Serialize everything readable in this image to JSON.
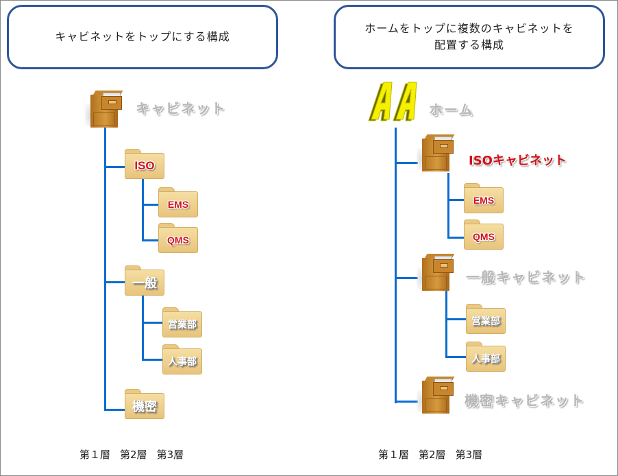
{
  "left_diagram": {
    "caption": "キャビネットをトップにする構成",
    "root": {
      "label": "キャビネット",
      "icon": "file-cabinet-icon"
    },
    "folders": [
      {
        "label": "ISO",
        "style": "red",
        "children": [
          {
            "label": "EMS",
            "style": "red"
          },
          {
            "label": "QMS",
            "style": "red"
          }
        ]
      },
      {
        "label": "一般",
        "style": "white",
        "children": [
          {
            "label": "営業部",
            "style": "white"
          },
          {
            "label": "人事部",
            "style": "white"
          }
        ]
      },
      {
        "label": "機密",
        "style": "white",
        "children": []
      }
    ],
    "layers": [
      "第１層",
      "第2層",
      "第3層"
    ]
  },
  "right_diagram": {
    "caption_line1": "ホームをトップに複数のキャビネットを",
    "caption_line2": "配置する構成",
    "root": {
      "label": "ホーム",
      "icon": "aa-logo-icon"
    },
    "cabinets": [
      {
        "label": "ISOキャビネット",
        "style": "red",
        "children": [
          {
            "label": "EMS",
            "style": "red"
          },
          {
            "label": "QMS",
            "style": "red"
          }
        ]
      },
      {
        "label": "一般キャビネット",
        "style": "gray",
        "children": [
          {
            "label": "営業部",
            "style": "white"
          },
          {
            "label": "人事部",
            "style": "white"
          }
        ]
      },
      {
        "label": "機密キャビネット",
        "style": "gray",
        "children": []
      }
    ],
    "layers": [
      "第１層",
      "第2層",
      "第3層"
    ]
  },
  "colors": {
    "border": "#2f5597",
    "connector": "#0a6ccf",
    "red_label": "#d0121b",
    "folder": "#f0d08f"
  }
}
